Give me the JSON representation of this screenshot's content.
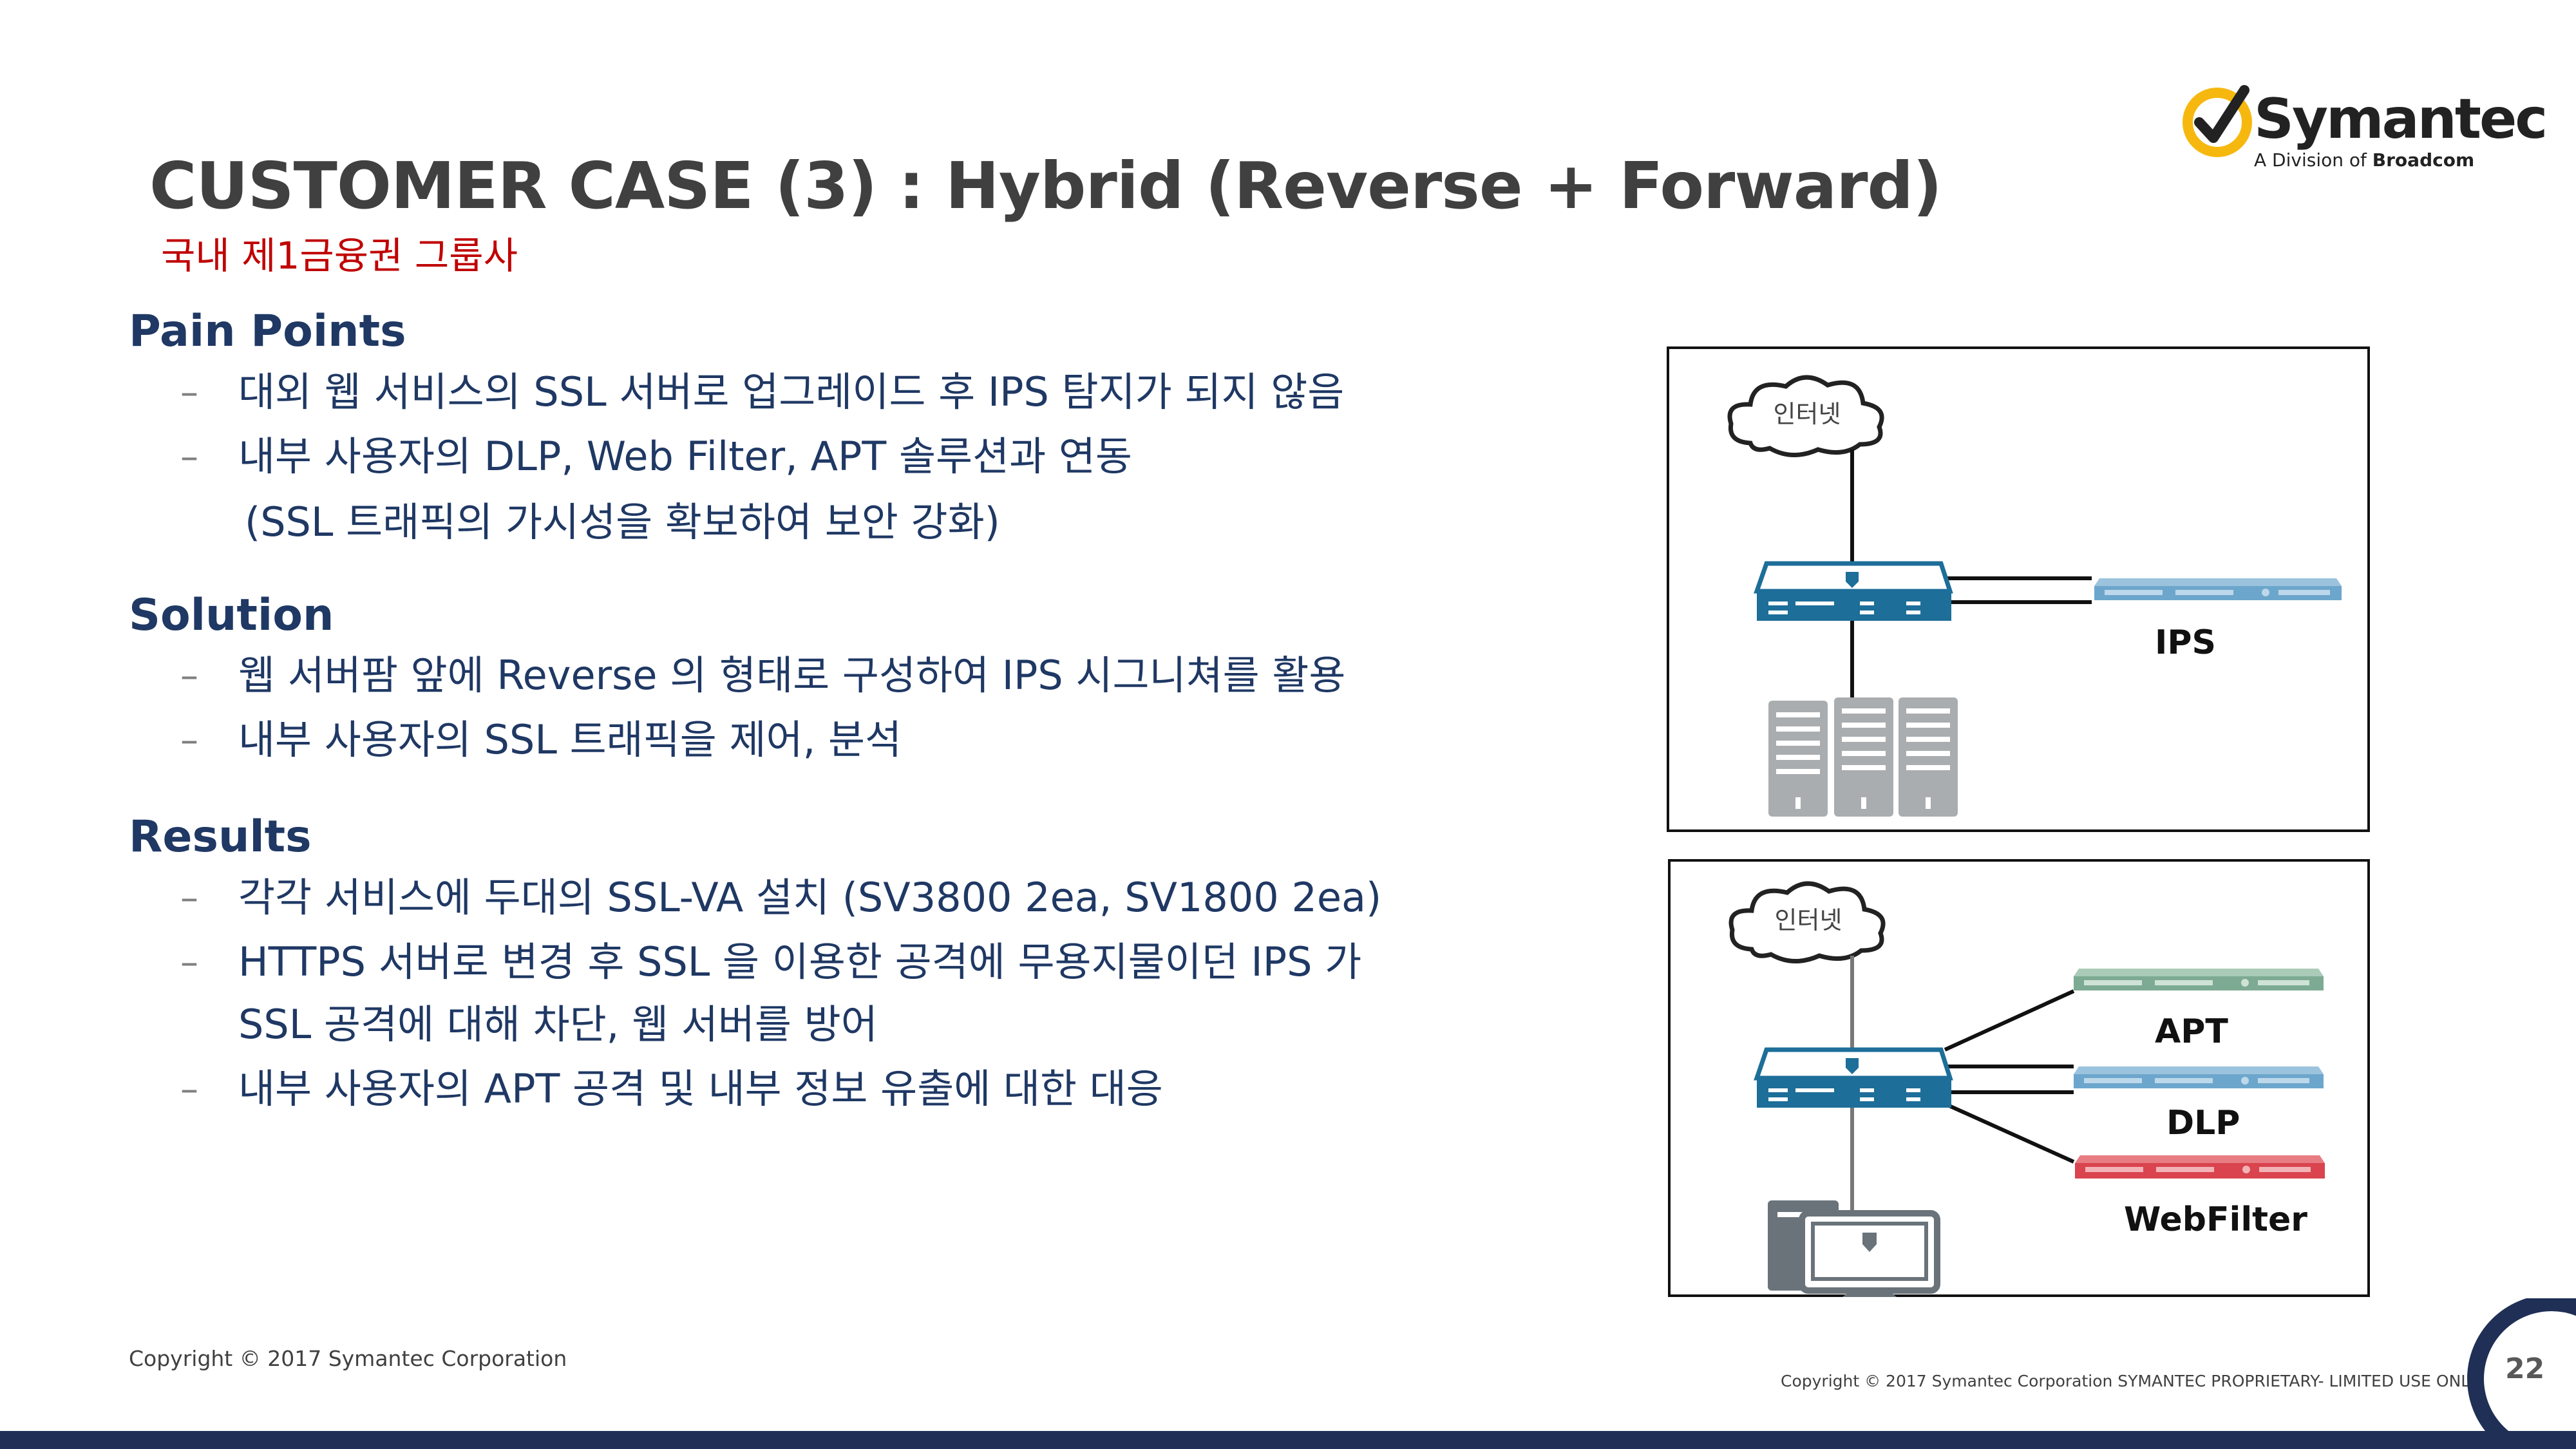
{
  "header": {
    "title": "CUSTOMER CASE (3) : Hybrid (Reverse + Forward)",
    "subtitle": "국내 제1금융권 그룹사"
  },
  "logo": {
    "wordmark": "Symantec",
    "tm": "™",
    "tagline_prefix": "A Division of ",
    "tagline_brand": "Broadcom",
    "check_icon": "check-circle-icon",
    "accent_color": "#f6b80f"
  },
  "sections": {
    "pain": {
      "heading": "Pain Points",
      "items": [
        "대외 웹 서비스의 SSL 서버로 업그레이드 후 IPS 탐지가 되지 않음",
        "내부 사용자의 DLP, Web Filter, APT 솔루션과 연동",
        "(SSL 트래픽의 가시성을 확보하여 보안 강화)"
      ]
    },
    "solution": {
      "heading": "Solution",
      "items": [
        "웹 서버팜 앞에 Reverse 의 형태로 구성하여 IPS 시그니쳐를 활용",
        "내부 사용자의 SSL 트래픽을 제어, 분석"
      ]
    },
    "results": {
      "heading": "Results",
      "items": [
        "각각 서비스에 두대의 SSL-VA 설치 (SV3800 2ea, SV1800 2ea)",
        "HTTPS 서버로 변경 후 SSL 을 이용한 공격에 무용지물이던 IPS 가",
        "SSL 공격에 대해 차단, 웹 서버를 방어",
        "내부 사용자의 APT 공격 및 내부 정보 유출에 대한 대응"
      ]
    }
  },
  "diagram_top": {
    "cloud_label": "인터넷",
    "ips_label": "IPS",
    "icons": [
      "cloud-icon",
      "ssl-appliance-icon",
      "ips-appliance-icon",
      "server-rack-icon"
    ]
  },
  "diagram_bottom": {
    "cloud_label": "인터넷",
    "apt_label": "APT",
    "dlp_label": "DLP",
    "webfilter_label": "WebFilter",
    "icons": [
      "cloud-icon",
      "ssl-appliance-icon",
      "apt-appliance-icon",
      "dlp-appliance-icon",
      "webfilter-appliance-icon",
      "workstation-icon"
    ],
    "colors": {
      "apt": "#7daa92",
      "dlp": "#6da6cc",
      "webfilter": "#d9444e",
      "appliance": "#1d6e99"
    }
  },
  "footer": {
    "copyright_left": "Copyright © 2017 Symantec Corporation",
    "copyright_right": "Copyright © 2017 Symantec Corporation SYMANTEC PROPRIETARY- LIMITED USE ONLY",
    "page_number": "22",
    "bar_color": "#1f2f55"
  }
}
